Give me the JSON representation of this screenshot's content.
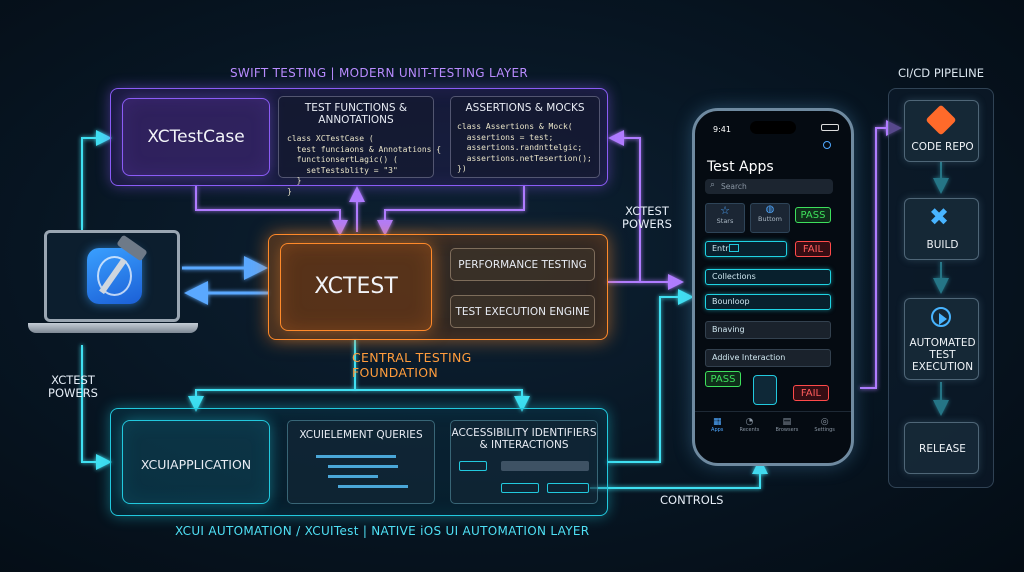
{
  "swift_layer": {
    "title": "SWIFT TESTING | MODERN UNIT-TESTING LAYER",
    "xctestcase": "XCTestCase",
    "test_functions": {
      "title": "TEST FUNCTIONS & ANNOTATIONS",
      "code": "class XCTestCase (\n  test funciaons & Annotations {\n  functionsertLagic() (\n    setTestsblity = \"3\"\n  }\n}"
    },
    "assertions": {
      "title": "ASSERTIONS & MOCKS",
      "code": "class Assertions & Mock(\n  assertions = test;\n  assertions.randnttelgic;\n  assertions.netTesertion();\n})"
    }
  },
  "core": {
    "title": "XCTEST",
    "performance": "PERFORMANCE TESTING",
    "engine": "TEST EXECUTION ENGINE",
    "caption": "CENTRAL TESTING FOUNDATION"
  },
  "side_labels": {
    "left": "XCTEST\nPOWERS",
    "right": "XCTEST\nPOWERS",
    "controls": "CONTROLS"
  },
  "xcui_layer": {
    "title": "XCUI AUTOMATION / XCUITest | NATIVE iOS UI AUTOMATION LAYER",
    "application": "XCUIAPPLICATION",
    "queries": "XCUIELEMENT QUERIES",
    "accessibility": "ACCESSIBILITY IDENTIFIERS\n& INTERACTIONS"
  },
  "phone": {
    "time": "9:41",
    "app_title": "Test Apps",
    "search_placeholder": "Search",
    "tile_stars": "Stars",
    "tile_button": "Buttom",
    "pass_top": "PASS",
    "entry": "Entri",
    "fail_top": "FAIL",
    "row_collections": "Collections",
    "row_bounloop": "Bounloop",
    "row_bnaving": "Bnaving",
    "row_interaction": "Addive Interaction",
    "pass_bottom": "PASS",
    "fail_bottom": "FAIL",
    "tabs": [
      "Apps",
      "Recents",
      "Browsers",
      "Settings"
    ]
  },
  "pipeline": {
    "title": "CI/CD PIPELINE",
    "stages": [
      "CODE REPO",
      "BUILD",
      "AUTOMATED\nTEST\nEXECUTION",
      "RELEASE"
    ]
  },
  "colors": {
    "purple": "#8b5cf6",
    "cyan": "#22c9de",
    "orange": "#ff8a2a",
    "pass": "#3ee05c",
    "fail": "#ff4a4a"
  }
}
